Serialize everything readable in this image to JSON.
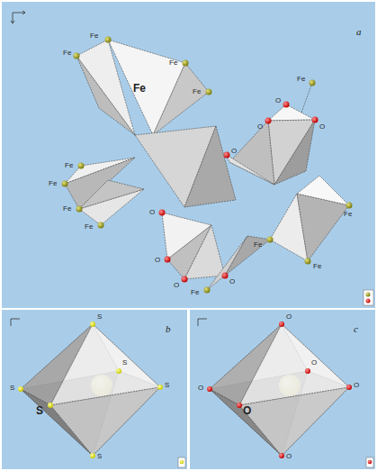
{
  "diagram": {
    "labels": [
      "a",
      "Fe",
      "Fe",
      "Fe",
      "Fe",
      "Fe",
      "O",
      "Fe",
      "O",
      "O",
      "Fe",
      "Fe",
      "Fe",
      "Fe",
      "O",
      "O",
      "O",
      "O",
      "O",
      "Fe",
      "Fe",
      "Fe",
      "Fe",
      "b",
      "S",
      "S",
      "S",
      "S",
      "S",
      "S",
      "c",
      "O",
      "O",
      "O",
      "O",
      "O",
      "O"
    ]
  }
}
